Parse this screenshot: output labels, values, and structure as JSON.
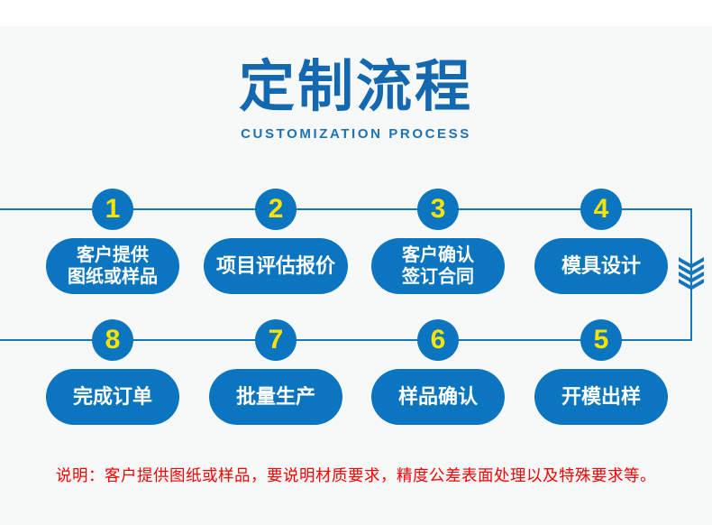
{
  "header": {
    "title": "定制流程",
    "subtitle": "CUSTOMIZATION PROCESS"
  },
  "flow": {
    "top_row": [
      {
        "num": "1",
        "lines": [
          "客户提供",
          "图纸或样品"
        ]
      },
      {
        "num": "2",
        "lines": [
          "项目评估报价"
        ]
      },
      {
        "num": "3",
        "lines": [
          "客户确认",
          "签订合同"
        ]
      },
      {
        "num": "4",
        "lines": [
          "模具设计"
        ]
      }
    ],
    "bottom_row": [
      {
        "num": "8",
        "lines": [
          "完成订单"
        ]
      },
      {
        "num": "7",
        "lines": [
          "批量生产"
        ]
      },
      {
        "num": "6",
        "lines": [
          "样品确认"
        ]
      },
      {
        "num": "5",
        "lines": [
          "开模出样"
        ]
      }
    ]
  },
  "note": "说明：客户提供图纸或样品，要说明材质要求，精度公差表面处理以及特殊要求等。",
  "colors": {
    "primary_blue": "#0c75bf",
    "title_blue": "#1368b0",
    "subtitle_blue": "#1d72b4",
    "line_blue": "#1377be",
    "number_yellow": "#f8e400",
    "note_red": "#fe0000",
    "background_gray": "#f7f8f8"
  }
}
